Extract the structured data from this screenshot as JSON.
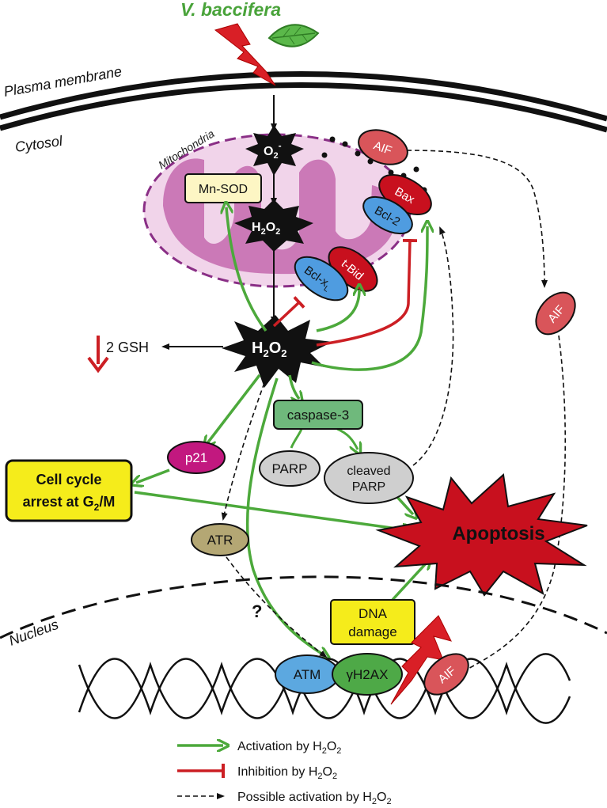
{
  "header": {
    "title": "V. baccifera"
  },
  "compartments": {
    "plasma_membrane": "Plasma membrane",
    "cytosol": "Cytosol",
    "mitochondria": "Mitochondria",
    "nucleus": "Nucleus"
  },
  "nodes": {
    "o2": {
      "main": "O",
      "sub": "2",
      "sup": "-"
    },
    "h2o2_mito": {
      "a": "H",
      "b": "2",
      "c": "O",
      "d": "2"
    },
    "h2o2_center": {
      "a": "H",
      "b": "2",
      "c": "O",
      "d": "2"
    },
    "mn_sod": "Mn-SOD",
    "aif_mito": "AIF",
    "bax": "Bax",
    "bcl2": "Bcl-2",
    "tbid": "t-Bid",
    "bclxl": {
      "main": "Bcl-x",
      "sub": "L"
    },
    "aif_cyto": "AIF",
    "gsh": "2 GSH",
    "caspase3": "caspase-3",
    "parp": "PARP",
    "cleaved_parp_1": "cleaved",
    "cleaved_parp_2": "PARP",
    "p21": "p21",
    "cell_cycle_1": "Cell cycle",
    "cell_cycle_2": "arrest at G",
    "cell_cycle_sub": "2",
    "cell_cycle_3": "/M",
    "apoptosis": "Apoptosis",
    "atr": "ATR",
    "question": "?",
    "dna_damage_1": "DNA",
    "dna_damage_2": "damage",
    "atm": "ATM",
    "gh2ax": "γH2AX",
    "aif_nuc": "AIF"
  },
  "legend": {
    "activation": {
      "text": "Activation by H",
      "sub": "2",
      "tail": "O",
      "sub2": "2"
    },
    "inhibition": {
      "text": "Inhibition by H",
      "sub": "2",
      "tail": "O",
      "sub2": "2"
    },
    "possible": {
      "text": "Possible activation by H",
      "sub": "2",
      "tail": "O",
      "sub2": "2"
    }
  },
  "colors": {
    "activation_green": "#4ca93b",
    "inhibition_red": "#cc1f24",
    "mito_fill": "#f1d4ea",
    "mito_inner": "#c76fb1",
    "mito_border": "#8a2f86",
    "highlight_yellow": "#f5ec1b",
    "caspase_green": "#6fb97c",
    "p21_magenta": "#c2187f",
    "bcl_blue": "#4f9ce0",
    "bax_red": "#c8101e",
    "aif_red": "#d9555a",
    "atr_tan": "#b4a774",
    "gray_node": "#cfcfcf",
    "atm_blue": "#5ca8e0",
    "gh2ax_green": "#4ea947"
  }
}
